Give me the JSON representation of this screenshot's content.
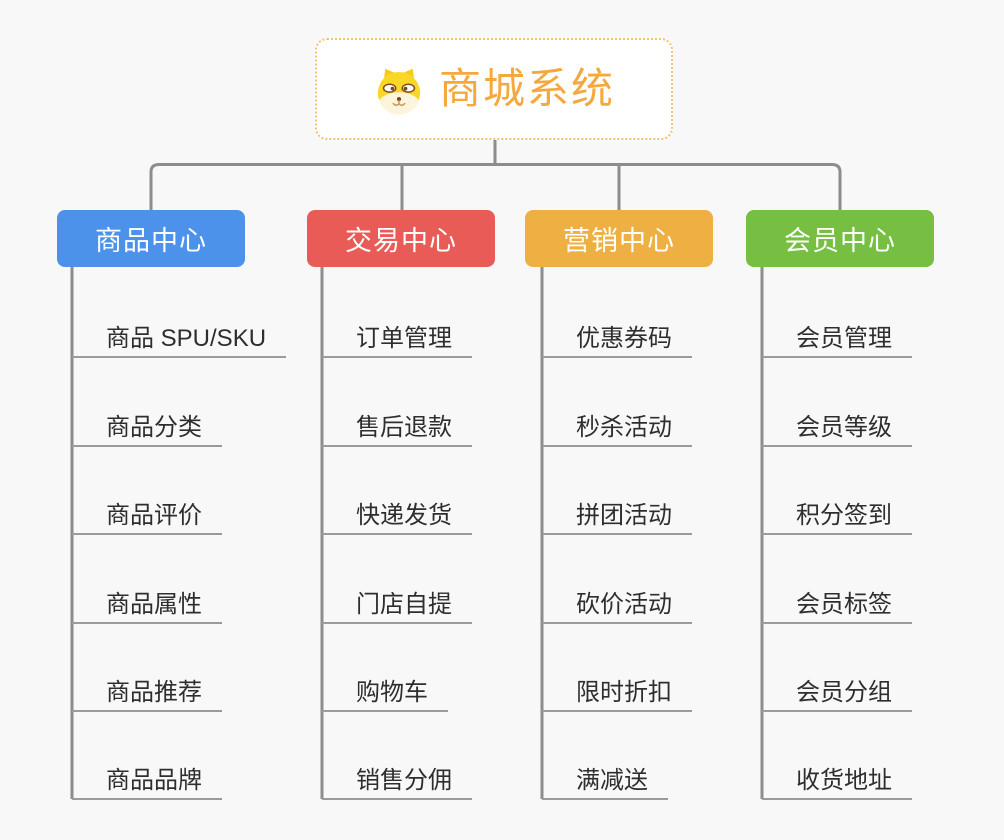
{
  "canvas": {
    "background_color": "#F8F8F8",
    "connector_color": "#8D8D8D",
    "leaf_underline_color": "#9B9B9B",
    "leaf_text_color": "#2E2E2E"
  },
  "root": {
    "label": "商城系统",
    "icon": "shiba-dog-icon",
    "text_color": "#F5A83E",
    "border_color": "#F2C171",
    "background_color": "#FFFFFF"
  },
  "branches": [
    {
      "label": "商品中心",
      "color": "#4C92EA",
      "children": [
        "商品 SPU/SKU",
        "商品分类",
        "商品评价",
        "商品属性",
        "商品推荐",
        "商品品牌"
      ]
    },
    {
      "label": "交易中心",
      "color": "#E85B57",
      "children": [
        "订单管理",
        "售后退款",
        "快递发货",
        "门店自提",
        "购物车",
        "销售分佣"
      ]
    },
    {
      "label": "营销中心",
      "color": "#EEAF43",
      "children": [
        "优惠券码",
        "秒杀活动",
        "拼团活动",
        "砍价活动",
        "限时折扣",
        "满减送"
      ]
    },
    {
      "label": "会员中心",
      "color": "#76BF42",
      "children": [
        "会员管理",
        "会员等级",
        "积分签到",
        "会员标签",
        "会员分组",
        "收货地址"
      ]
    }
  ]
}
